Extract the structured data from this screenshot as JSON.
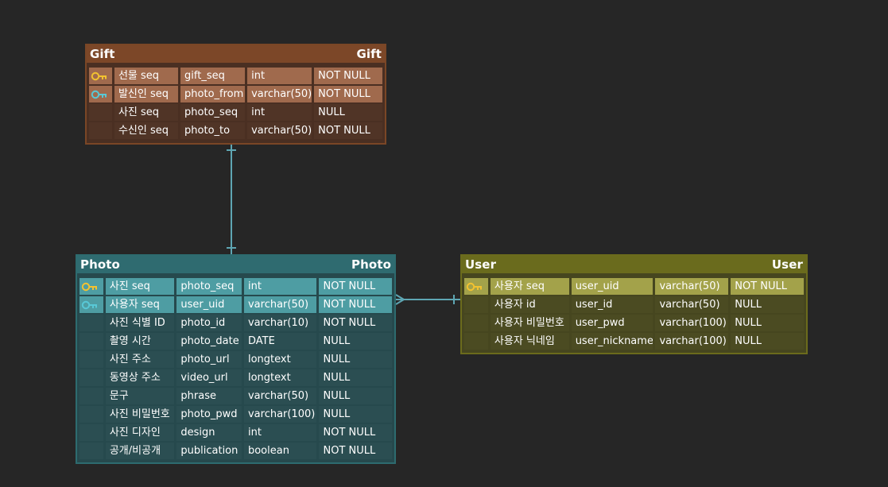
{
  "tables": {
    "gift": {
      "title_left": "Gift",
      "title_right": "Gift",
      "rows": [
        {
          "key": "primary",
          "name": "선물 seq",
          "column": "gift_seq",
          "type": "int",
          "nullable": "NOT NULL"
        },
        {
          "key": "foreign",
          "name": "발신인 seq",
          "column": "photo_from",
          "type": "varchar(50)",
          "nullable": "NOT NULL"
        },
        {
          "key": "",
          "name": "사진 seq",
          "column": "photo_seq",
          "type": "int",
          "nullable": "NULL"
        },
        {
          "key": "",
          "name": "수신인 seq",
          "column": "photo_to",
          "type": "varchar(50)",
          "nullable": "NOT NULL"
        }
      ]
    },
    "photo": {
      "title_left": "Photo",
      "title_right": "Photo",
      "rows": [
        {
          "key": "primary",
          "name": "사진 seq",
          "column": "photo_seq",
          "type": "int",
          "nullable": "NOT NULL"
        },
        {
          "key": "foreign",
          "name": "사용자 seq",
          "column": "user_uid",
          "type": "varchar(50)",
          "nullable": "NOT NULL"
        },
        {
          "key": "",
          "name": "사진 식별 ID",
          "column": "photo_id",
          "type": "varchar(10)",
          "nullable": "NOT NULL"
        },
        {
          "key": "",
          "name": "촬영 시간",
          "column": "photo_date",
          "type": "DATE",
          "nullable": "NULL"
        },
        {
          "key": "",
          "name": "사진 주소",
          "column": "photo_url",
          "type": "longtext",
          "nullable": "NULL"
        },
        {
          "key": "",
          "name": "동영상 주소",
          "column": "video_url",
          "type": "longtext",
          "nullable": "NULL"
        },
        {
          "key": "",
          "name": "문구",
          "column": "phrase",
          "type": "varchar(50)",
          "nullable": "NULL"
        },
        {
          "key": "",
          "name": "사진 비밀번호",
          "column": "photo_pwd",
          "type": "varchar(100)",
          "nullable": "NULL"
        },
        {
          "key": "",
          "name": "사진 디자인",
          "column": "design",
          "type": "int",
          "nullable": "NOT NULL"
        },
        {
          "key": "",
          "name": "공개/비공개",
          "column": "publication",
          "type": "boolean",
          "nullable": "NOT NULL"
        }
      ]
    },
    "user": {
      "title_left": "User",
      "title_right": "User",
      "rows": [
        {
          "key": "primary",
          "name": "사용자 seq",
          "column": "user_uid",
          "type": "varchar(50)",
          "nullable": "NOT NULL"
        },
        {
          "key": "",
          "name": "사용자 id",
          "column": "user_id",
          "type": "varchar(50)",
          "nullable": "NULL"
        },
        {
          "key": "",
          "name": "사용자 비밀번호",
          "column": "user_pwd",
          "type": "varchar(100)",
          "nullable": "NULL"
        },
        {
          "key": "",
          "name": "사용자 닉네임",
          "column": "user_nickname",
          "type": "varchar(100)",
          "nullable": "NULL"
        }
      ]
    }
  },
  "relationships": [
    {
      "from": "gift",
      "to": "photo",
      "notation": "one-to-one"
    },
    {
      "from": "photo",
      "to": "user",
      "notation": "many-to-one"
    }
  ],
  "colors": {
    "background": "#262626",
    "primary_key_icon": "#f2c230",
    "foreign_key_icon": "#58c8d6",
    "connector": "#5ea6b3"
  }
}
